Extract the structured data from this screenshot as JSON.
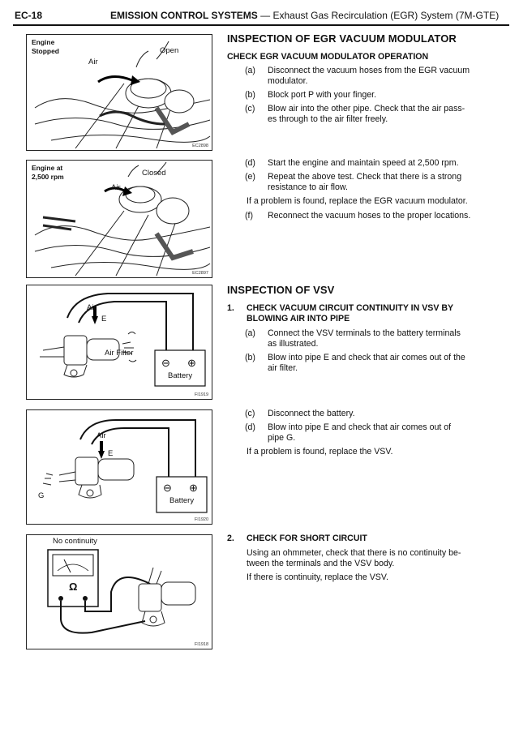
{
  "header": {
    "page_number": "EC-18",
    "section_title": "EMISSION CONTROL SYSTEMS",
    "section_subtitle": " — Exhaust Gas Recirculation (EGR) System (7M-GTE)"
  },
  "figures": {
    "f1": {
      "caption_line1": "Engine",
      "caption_line2": "Stopped",
      "label_air": "Air",
      "label_state": "Open",
      "code": "EC2898"
    },
    "f2": {
      "caption_line1": "Engine at",
      "caption_line2": "2,500 rpm",
      "label_air": "Air",
      "label_state": "Closed",
      "code": "EC2897"
    },
    "f3": {
      "label_air": "Air",
      "label_e": "E",
      "label_filter": "Air Filter",
      "label_minus": "⊖",
      "label_plus": "⊕",
      "label_battery": "Battery",
      "code": "FI1919"
    },
    "f4": {
      "label_air": "Air",
      "label_e": "E",
      "label_g": "G",
      "label_minus": "⊖",
      "label_plus": "⊕",
      "label_battery": "Battery",
      "code": "FI1920"
    },
    "f5": {
      "caption": "No continuity",
      "label_ohm": "Ω",
      "code": "FI1918"
    }
  },
  "egr": {
    "heading": "INSPECTION OF EGR VACUUM MODULATOR",
    "subheading": "CHECK EGR VACUUM MODULATOR OPERATION",
    "steps": [
      {
        "mark": "(a)",
        "line1": "Disconnect the vacuum hoses from the EGR vacuum",
        "line2": "modulator."
      },
      {
        "mark": "(b)",
        "line1": "Block port P with your finger.",
        "line2": ""
      },
      {
        "mark": "(c)",
        "line1": "Blow air into the other pipe. Check that the air pass-",
        "line2": "es through to the air filter freely."
      },
      {
        "mark": "(d)",
        "line1": "Start the engine and maintain speed at 2,500 rpm.",
        "line2": ""
      },
      {
        "mark": "(e)",
        "line1": "Repeat the above test. Check that there is a strong",
        "line2": "resistance to air flow."
      }
    ],
    "note": "If a problem is found, replace the EGR vacuum modulator.",
    "last_step": {
      "mark": "(f)",
      "line1": "Reconnect the vacuum hoses to the proper locations."
    }
  },
  "vsv": {
    "heading": "INSPECTION OF VSV",
    "item1": {
      "number": "1.",
      "title_line1": "CHECK VACUUM CIRCUIT CONTINUITY IN VSV BY",
      "title_line2": "BLOWING AIR INTO PIPE",
      "steps": [
        {
          "mark": "(a)",
          "line1": "Connect the VSV terminals to the battery terminals",
          "line2": "as illustrated."
        },
        {
          "mark": "(b)",
          "line1": "Blow into pipe E and check that air comes out of the",
          "line2": "air filter."
        },
        {
          "mark": "(c)",
          "line1": "Disconnect the battery.",
          "line2": ""
        },
        {
          "mark": "(d)",
          "line1": "Blow into pipe E and check that air comes out of",
          "line2": "pipe G."
        }
      ],
      "note": "If a problem is found, replace the VSV."
    },
    "item2": {
      "number": "2.",
      "title": "CHECK FOR SHORT CIRCUIT",
      "text_line1": "Using an ohmmeter, check that there is no continuity be-",
      "text_line2": "tween the terminals and the VSV body.",
      "note": "If there is continuity, replace the VSV."
    }
  }
}
